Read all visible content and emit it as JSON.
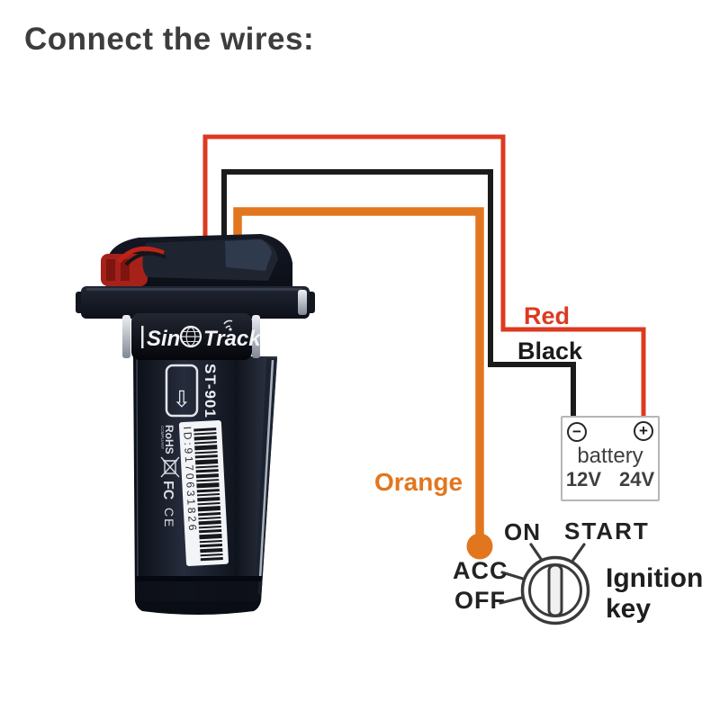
{
  "title": "Connect the wires:",
  "device": {
    "brand_prefix": "Sin",
    "brand_suffix": "Track",
    "model": "ST-901",
    "cert_rohs": "RoHS",
    "cert_rohs_sub": "COMPLIANT",
    "cert_fcc": "FC",
    "cert_ce": "CE",
    "barcode_id": "ID:9170631826",
    "arrow_glyph": "⇩"
  },
  "wires": {
    "red": {
      "label": "Red",
      "color": "#dc3a20"
    },
    "black": {
      "label": "Black",
      "color": "#1b1b1b"
    },
    "orange": {
      "label": "Orange",
      "color": "#e2761e"
    }
  },
  "battery": {
    "label": "battery",
    "minus_symbol": "−",
    "plus_symbol": "+",
    "voltages": [
      "12V",
      "24V"
    ]
  },
  "ignition": {
    "positions": [
      "OFF",
      "ACC",
      "ON",
      "START"
    ],
    "label_line1": "Ignition",
    "label_line2": "key"
  }
}
